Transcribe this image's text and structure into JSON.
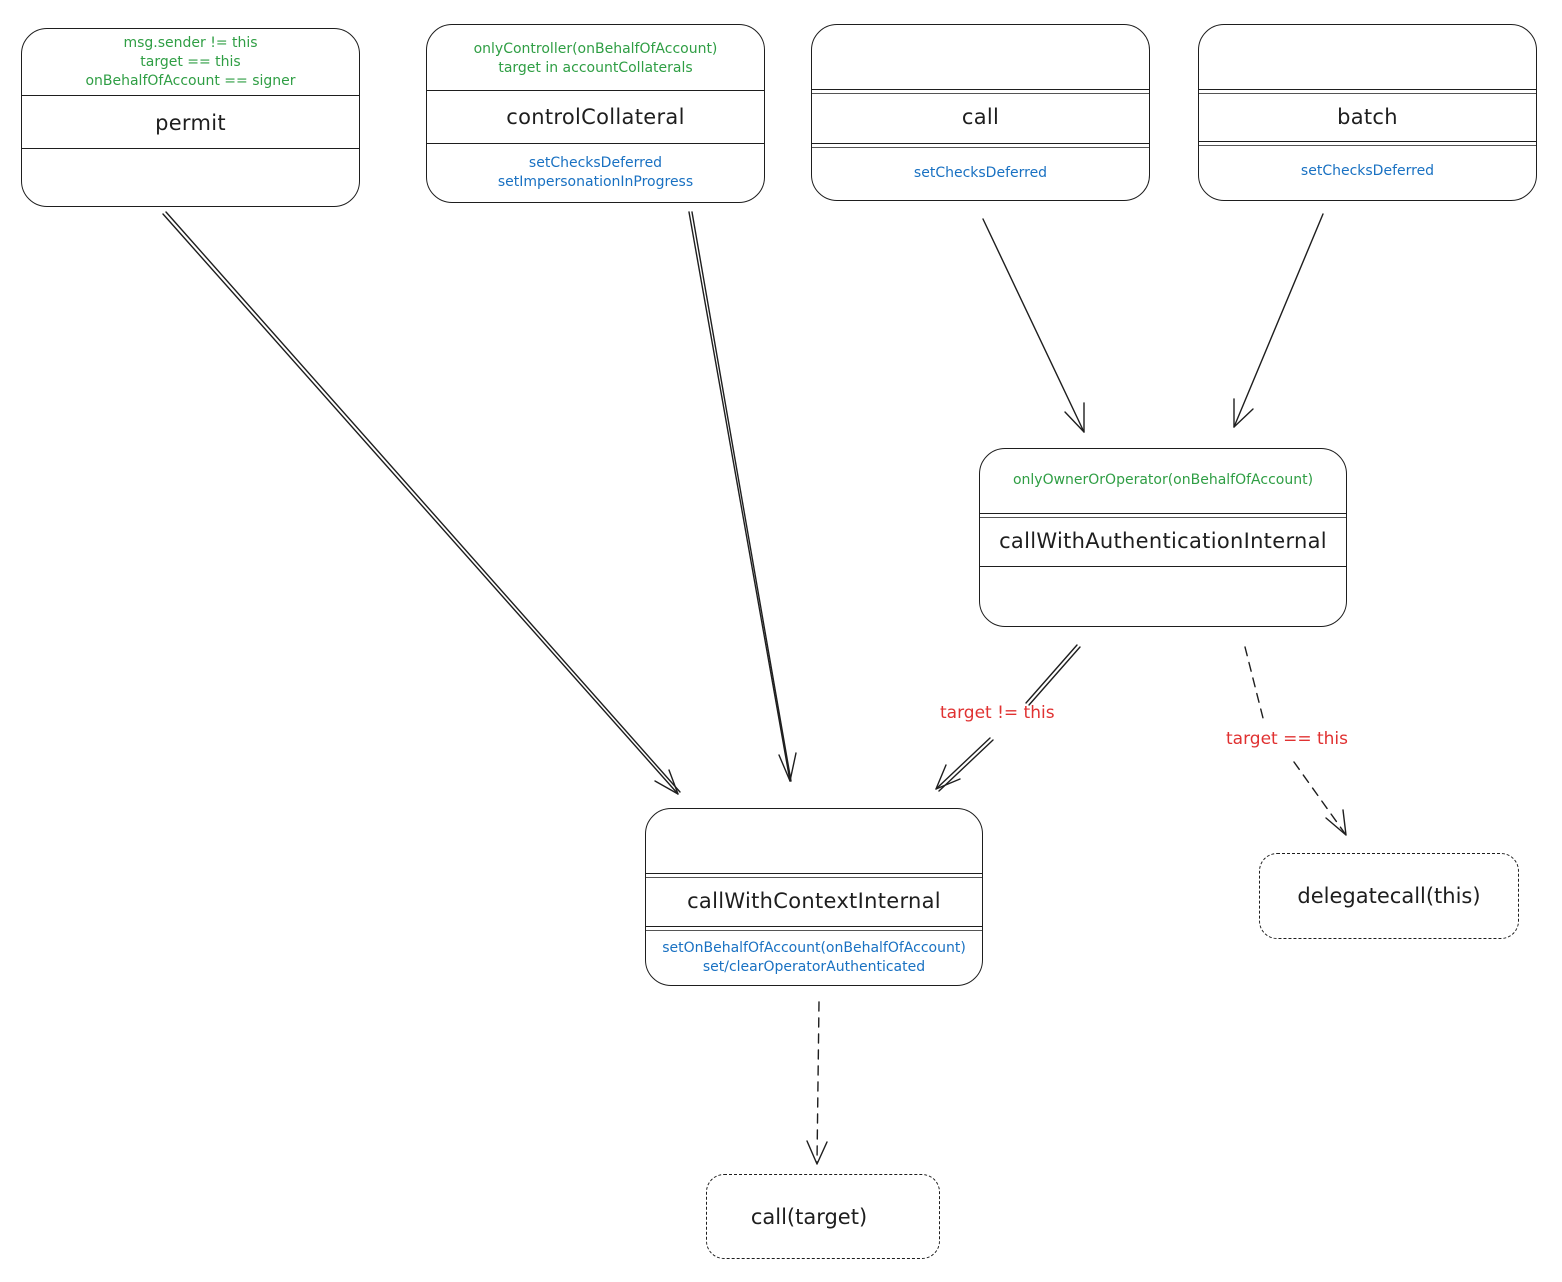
{
  "nodes": {
    "permit": {
      "guards": [
        "msg.sender != this",
        "target == this",
        "onBehalfOfAccount == signer"
      ],
      "name": "permit",
      "effects": []
    },
    "controlCollateral": {
      "guards": [
        "onlyController(onBehalfOfAccount)",
        "target in accountCollaterals"
      ],
      "name": "controlCollateral",
      "effects": [
        "setChecksDeferred",
        "setImpersonationInProgress"
      ]
    },
    "call": {
      "guards": [],
      "name": "call",
      "effects": [
        "setChecksDeferred"
      ]
    },
    "batch": {
      "guards": [],
      "name": "batch",
      "effects": [
        "setChecksDeferred"
      ]
    },
    "callWithAuthenticationInternal": {
      "guards": [
        "onlyOwnerOrOperator(onBehalfOfAccount)"
      ],
      "name": "callWithAuthenticationInternal",
      "effects": []
    },
    "callWithContextInternal": {
      "guards": [],
      "name": "callWithContextInternal",
      "effects": [
        "setOnBehalfOfAccount(onBehalfOfAccount)",
        "set/clearOperatorAuthenticated"
      ]
    }
  },
  "terminals": {
    "call_target": "call(target)",
    "delegatecall_this": "delegatecall(this)"
  },
  "edges": {
    "target_ne_this": "target != this",
    "target_eq_this": "target == this"
  },
  "colors": {
    "stroke": "#1e1e1e",
    "guard": "#2f9e44",
    "effect": "#1971c2",
    "condition": "#e03131"
  }
}
